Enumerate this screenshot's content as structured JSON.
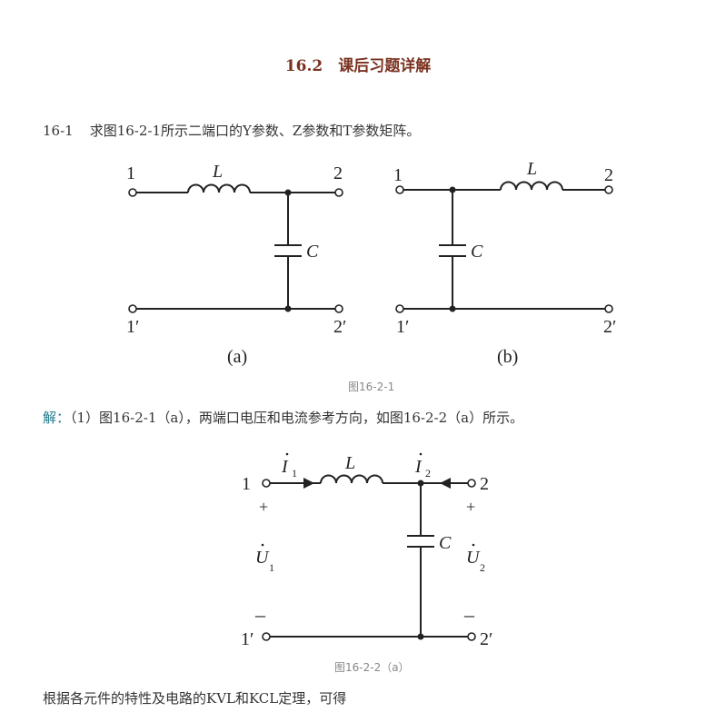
{
  "section_title": "16.2　课后习题详解",
  "problem": {
    "number": "16-1",
    "text": "求图16-2-1所示二端口的Y参数、Z参数和T参数矩阵。"
  },
  "figure1": {
    "circuit_a": {
      "port1": "1",
      "port2": "2",
      "port1p": "1′",
      "port2p": "2′",
      "inductor": "L",
      "capacitor": "C",
      "label": "(a)"
    },
    "circuit_b": {
      "port1": "1",
      "port2": "2",
      "port1p": "1′",
      "port2p": "2′",
      "inductor": "L",
      "capacitor": "C",
      "label": "(b)"
    },
    "caption": "图16-2-1"
  },
  "solution": {
    "label": "解：",
    "text": "（1）图16-2-1（a），两端口电压和电流参考方向，如图16-2-2（a）所示。"
  },
  "figure2": {
    "port1": "1",
    "port2": "2",
    "port1p": "1′",
    "port2p": "2′",
    "inductor": "L",
    "capacitor": "C",
    "current1": "I",
    "current1_sub": "1",
    "current2": "I",
    "current2_sub": "2",
    "voltage1": "U",
    "voltage1_sub": "1",
    "voltage2": "U",
    "voltage2_sub": "2",
    "plus": "+",
    "minus": "–",
    "caption": "图16-2-2（a）"
  },
  "conclusion": "根据各元件的特性及电路的KVL和KCL定理，可得"
}
